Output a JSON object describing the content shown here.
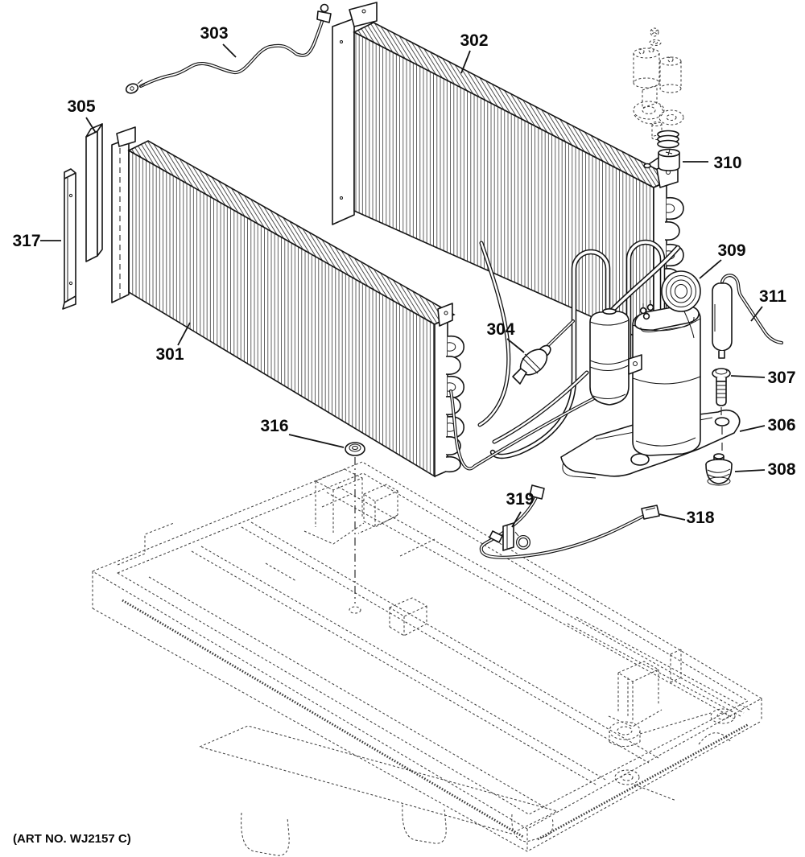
{
  "art_no": "(ART NO. WJ2157 C)",
  "parts": [
    {
      "label": "301"
    },
    {
      "label": "302"
    },
    {
      "label": "303"
    },
    {
      "label": "304"
    },
    {
      "label": "305"
    },
    {
      "label": "306"
    },
    {
      "label": "307"
    },
    {
      "label": "308"
    },
    {
      "label": "309"
    },
    {
      "label": "310"
    },
    {
      "label": "311"
    },
    {
      "label": "316"
    },
    {
      "label": "317"
    },
    {
      "label": "318"
    },
    {
      "label": "319"
    }
  ],
  "colors": {
    "line": "#141414",
    "hidden_line": "#3f3f3f",
    "background": "#ffffff",
    "label_text": "#0a0a0a"
  }
}
